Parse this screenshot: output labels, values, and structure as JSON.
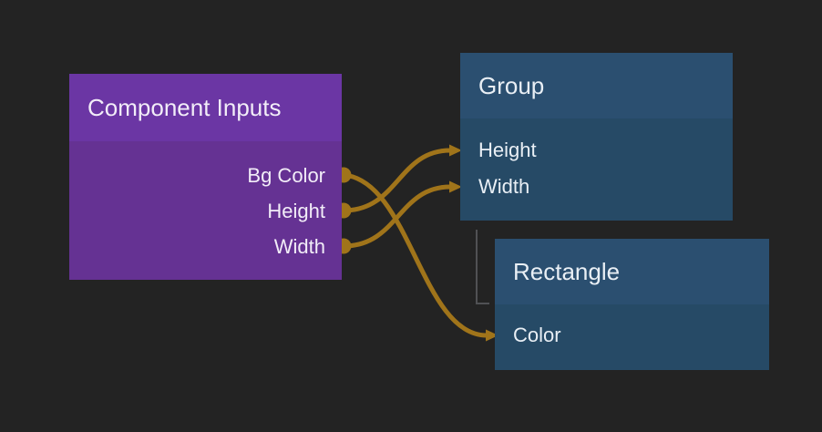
{
  "canvas": {
    "colors": {
      "background": "#232323",
      "wire": "#A0741A",
      "purple-header": "#6B36A4",
      "purple-body": "#653293",
      "blue-header": "#2B4F70",
      "blue-body": "#264A66",
      "hierarchy-line": "#505154",
      "text-on-purple": "#F2EDF8",
      "text-on-blue": "#E9EFF5"
    }
  },
  "nodes": {
    "component_inputs": {
      "title": "Component Inputs",
      "ports": [
        "Bg Color",
        "Height",
        "Width"
      ],
      "port_type": "output"
    },
    "group": {
      "title": "Group",
      "ports": [
        "Height",
        "Width"
      ],
      "port_type": "input"
    },
    "rectangle": {
      "title": "Rectangle",
      "ports": [
        "Color"
      ],
      "port_type": "input"
    }
  },
  "connections": [
    {
      "from_node": "Component Inputs",
      "from_port": "Height",
      "to_node": "Group",
      "to_port": "Height"
    },
    {
      "from_node": "Component Inputs",
      "from_port": "Width",
      "to_node": "Group",
      "to_port": "Width"
    },
    {
      "from_node": "Component Inputs",
      "from_port": "Bg Color",
      "to_node": "Rectangle",
      "to_port": "Color"
    }
  ],
  "hierarchy": [
    {
      "parent": "Group",
      "child": "Rectangle"
    }
  ]
}
